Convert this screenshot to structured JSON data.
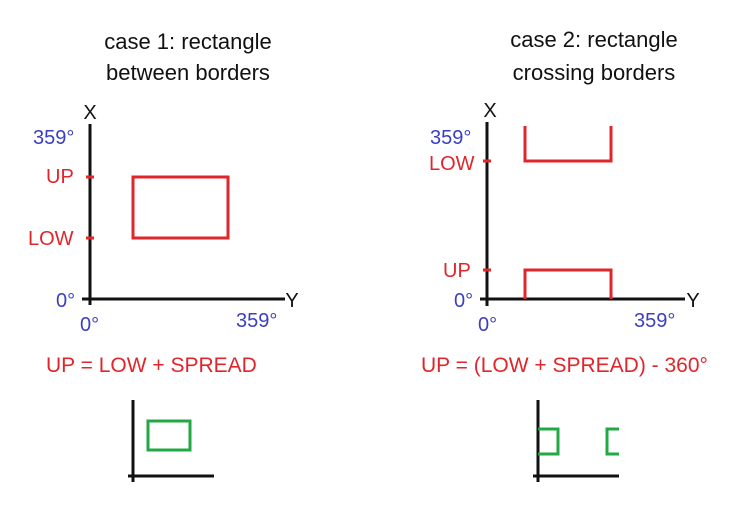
{
  "colors": {
    "axis": "#111111",
    "degree_label": "#3b3fc2",
    "red": "#e0252b",
    "green": "#22a845"
  },
  "case1": {
    "title_line1": "case 1: rectangle",
    "title_line2": "between borders",
    "x_axis_letter": "X",
    "y_axis_letter": "Y",
    "x_max": "359°",
    "x_min": "0°",
    "y_min": "0°",
    "y_max": "359°",
    "up_label": "UP",
    "low_label": "LOW",
    "formula": "UP = LOW + SPREAD"
  },
  "case2": {
    "title_line1": "case 2: rectangle",
    "title_line2": "crossing borders",
    "x_axis_letter": "X",
    "y_axis_letter": "Y",
    "x_max": "359°",
    "x_min": "0°",
    "y_min": "0°",
    "y_max": "359°",
    "up_label": "UP",
    "low_label": "LOW",
    "formula": "UP = (LOW + SPREAD) - 360°"
  }
}
